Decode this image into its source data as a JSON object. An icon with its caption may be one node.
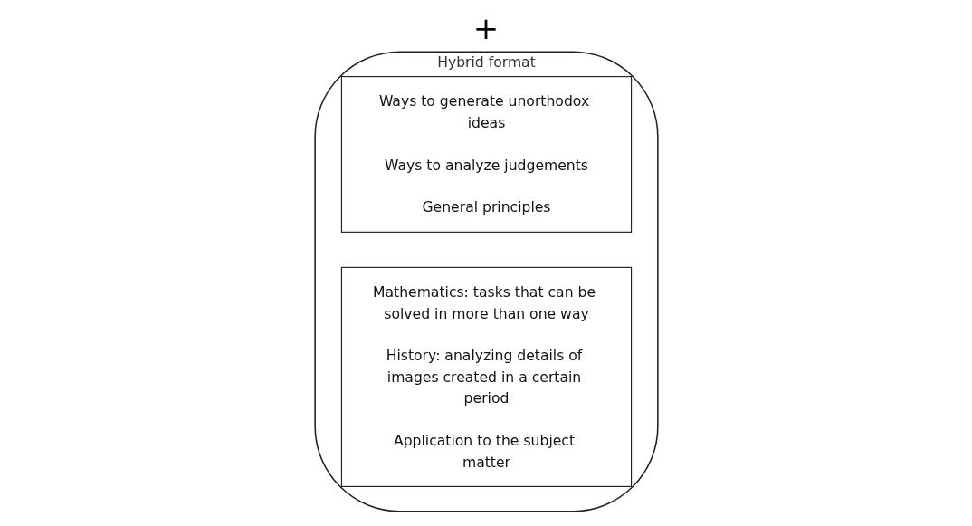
{
  "diagram": {
    "nodes": [
      {
        "text": [
          "Hybrid format"
        ]
      },
      {
        "text": [
          "Ways to generate unorthodox ideas",
          "Ways to analyze judgements",
          "General principles"
        ],
        "in": 0
      },
      {
        "text": [
          "Mathematics: tasks that can be solved in more than one way",
          "History: analyzing details of images created in a certain period",
          "Application to the subject matter"
        ],
        "in": 0
      }
    ],
    "edges": [],
    "labels": [
      "+"
    ]
  }
}
